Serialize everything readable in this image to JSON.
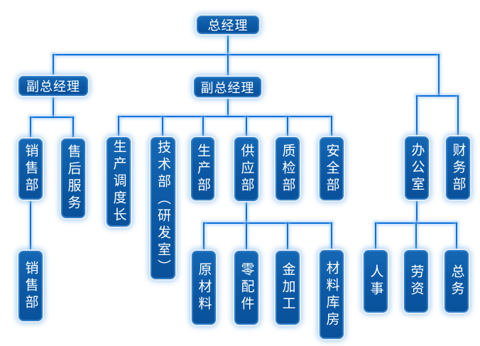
{
  "diagram": {
    "type": "org-chart",
    "colors": {
      "background": "#ffffff",
      "node_fill": "#0c59a5",
      "node_fill_top": "#1467b4",
      "node_border": "#2d79c2",
      "node_glow": "#89bAec",
      "connector_line": "#0e6fd8",
      "text": "#ffffff"
    },
    "nodes": {
      "gm": {
        "label": "总经理"
      },
      "dgm_left": {
        "label": "副总经理"
      },
      "dgm_mid": {
        "label": "副总经理"
      },
      "sales": {
        "label": "销售部"
      },
      "after_sales": {
        "label": "售后服务"
      },
      "sales_sub": {
        "label": "销售部"
      },
      "dispatch": {
        "label": "生产调度长"
      },
      "tech": {
        "label": "技术部（研发室）"
      },
      "production": {
        "label": "生产部"
      },
      "supply": {
        "label": "供应部"
      },
      "qc": {
        "label": "质检部"
      },
      "safety": {
        "label": "安全部"
      },
      "raw": {
        "label": "原材料"
      },
      "spare": {
        "label": "零配件"
      },
      "metal": {
        "label": "金加工"
      },
      "warehouse": {
        "label": "材料库房"
      },
      "office": {
        "label": "办公室"
      },
      "finance": {
        "label": "财务部"
      },
      "hr": {
        "label": "人事"
      },
      "labor": {
        "label": "劳资"
      },
      "general": {
        "label": "总务"
      }
    },
    "edges": [
      {
        "from": "gm",
        "to": "dgm_left"
      },
      {
        "from": "gm",
        "to": "dgm_mid"
      },
      {
        "from": "gm",
        "to": "office"
      },
      {
        "from": "gm",
        "to": "finance"
      },
      {
        "from": "dgm_left",
        "to": "sales"
      },
      {
        "from": "dgm_left",
        "to": "after_sales"
      },
      {
        "from": "sales",
        "to": "sales_sub"
      },
      {
        "from": "dgm_mid",
        "to": "dispatch"
      },
      {
        "from": "dgm_mid",
        "to": "tech"
      },
      {
        "from": "dgm_mid",
        "to": "production"
      },
      {
        "from": "dgm_mid",
        "to": "supply"
      },
      {
        "from": "dgm_mid",
        "to": "qc"
      },
      {
        "from": "dgm_mid",
        "to": "safety"
      },
      {
        "from": "supply",
        "to": "raw"
      },
      {
        "from": "supply",
        "to": "spare"
      },
      {
        "from": "supply",
        "to": "metal"
      },
      {
        "from": "supply",
        "to": "warehouse"
      },
      {
        "from": "office",
        "to": "hr"
      },
      {
        "from": "office",
        "to": "labor"
      },
      {
        "from": "office",
        "to": "general"
      }
    ]
  }
}
